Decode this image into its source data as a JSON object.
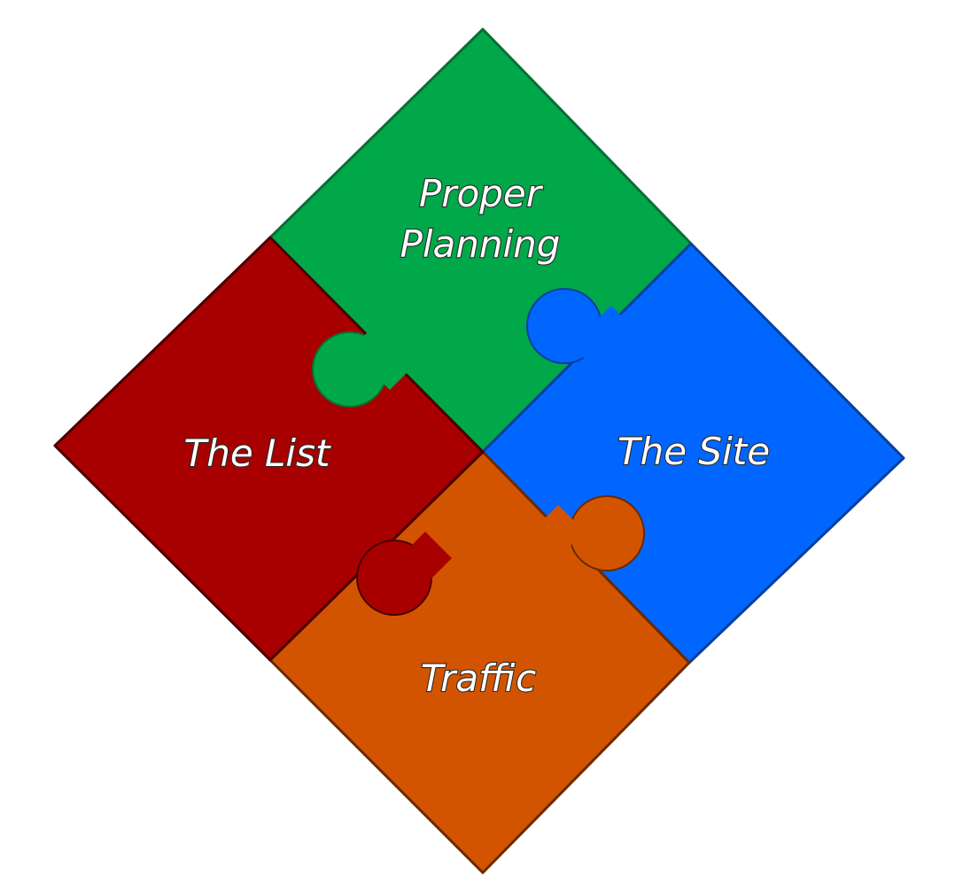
{
  "pieces": {
    "top": {
      "label_line1": "Proper",
      "label_line2": "Planning",
      "color": "#00a84a"
    },
    "left": {
      "label": "The List",
      "color": "#a80000"
    },
    "right": {
      "label": "The Site",
      "color": "#0066ff"
    },
    "bottom": {
      "label": "Traffic",
      "color": "#d35400"
    }
  }
}
